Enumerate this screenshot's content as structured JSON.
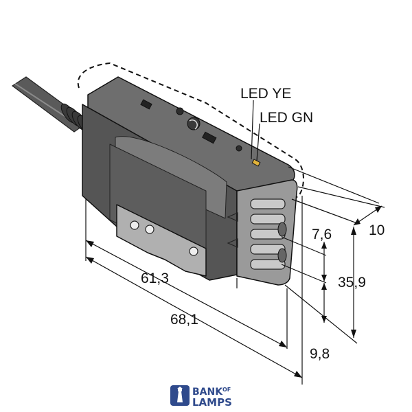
{
  "labels": {
    "led_ye": "LED YE",
    "led_gn": "LED GN",
    "dim_61_3": "61,3",
    "dim_68_1": "68,1",
    "dim_7_6": "7,6",
    "dim_35_9": "35,9",
    "dim_9_8": "9,8",
    "dim_10": "10"
  },
  "logo": {
    "line1": "BANK",
    "line1_small": "OF",
    "line2": "LAMPS"
  },
  "colors": {
    "housing_dark": "#4a4a4a",
    "housing_mid": "#7a7a7a",
    "housing_light": "#a8a8a8",
    "led_yellow": "#e0b23a",
    "logo_blue": "#2f4a8c"
  }
}
